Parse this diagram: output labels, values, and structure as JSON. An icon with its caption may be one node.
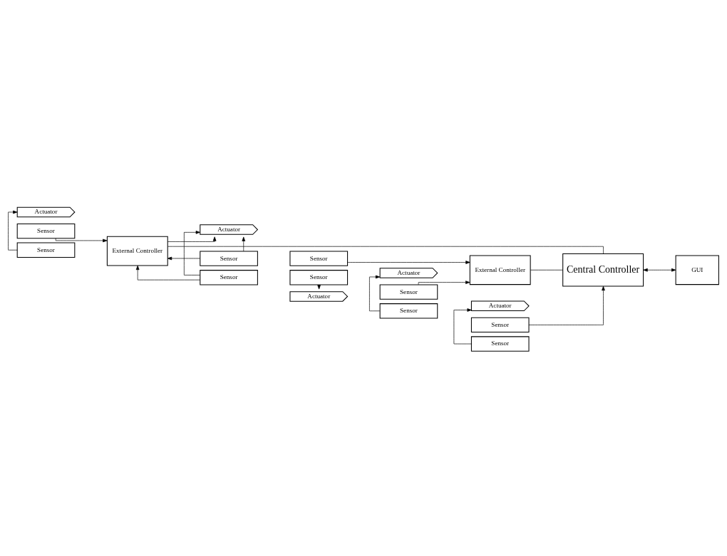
{
  "diagram": {
    "nodes": [
      {
        "text": [
          "Actuator"
        ]
      },
      {
        "text": [
          "Sensor"
        ]
      },
      {
        "text": [
          "Sensor"
        ]
      },
      {
        "text": [
          "Actuator"
        ]
      },
      {
        "text": [
          "Sensor"
        ]
      },
      {
        "text": [
          "Sensor"
        ]
      },
      {
        "text": [
          "External Controller"
        ]
      },
      {
        "text": [
          "Actuator"
        ]
      },
      {
        "text": [
          "Sensor"
        ]
      },
      {
        "text": [
          "Sensor"
        ]
      },
      {
        "text": [
          "Central Controller"
        ]
      },
      {
        "text": [
          "Actuator"
        ]
      },
      {
        "text": [
          "Sensor"
        ]
      },
      {
        "text": [
          "Sensor"
        ]
      },
      {
        "text": [
          "External Controller"
        ]
      },
      {
        "text": [
          "GUI"
        ]
      },
      {
        "text": [
          "Actuator"
        ]
      },
      {
        "text": [
          "Sensor"
        ]
      },
      {
        "text": [
          "Sensor"
        ]
      }
    ],
    "edges": [
      {
        "from": 2,
        "to": 0,
        "arrow": "to"
      },
      {
        "from": 1,
        "to": 6,
        "arrow": "to"
      },
      {
        "from": 4,
        "to": 3,
        "arrow": "to"
      },
      {
        "from": 5,
        "to": 3,
        "arrow": "to"
      },
      {
        "from": 4,
        "to": 6,
        "arrow": "to"
      },
      {
        "from": 5,
        "to": 6,
        "arrow": "to"
      },
      {
        "from": 6,
        "to": 3,
        "arrow": "to"
      },
      {
        "from": 9,
        "to": 7,
        "arrow": "to"
      },
      {
        "from": 8,
        "to": 14,
        "arrow": "to"
      },
      {
        "from": 6,
        "to": 10,
        "arrow": "none"
      },
      {
        "from": 14,
        "to": 10,
        "arrow": "none"
      },
      {
        "from": 10,
        "to": 15,
        "arrow": "both"
      },
      {
        "from": 13,
        "to": 11,
        "arrow": "to"
      },
      {
        "from": 12,
        "to": 14,
        "arrow": "to"
      },
      {
        "from": 18,
        "to": 16,
        "arrow": "to"
      },
      {
        "from": 17,
        "to": 10,
        "arrow": "to"
      }
    ]
  }
}
